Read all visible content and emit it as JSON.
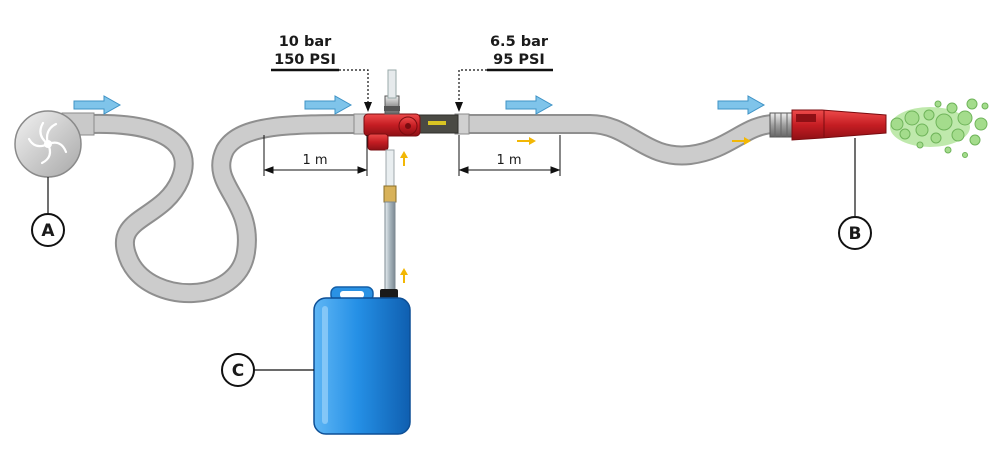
{
  "pressure_inlet": {
    "bar": "10 bar",
    "psi": "150 PSI"
  },
  "pressure_outlet": {
    "bar": "6.5 bar",
    "psi": "95 PSI"
  },
  "dimensions": {
    "inlet_length": "1 m",
    "outlet_length": "1 m"
  },
  "callouts": {
    "pump": "A",
    "nozzle": "B",
    "container": "C"
  },
  "icons": {
    "pump": "pump-icon",
    "nozzle": "nozzle-icon",
    "container": "jerrycan-icon",
    "inductor": "inductor-icon",
    "foam": "foam-icon",
    "flow_arrow": "flow-arrow-icon"
  },
  "colors": {
    "hose": "#c8c8c8",
    "hose_stroke": "#9a9a9a",
    "flow_arrow": "#7fc4ea",
    "concentrate_arrow": "#f2b705",
    "inductor": "#d8202a",
    "nozzle": "#c8202a",
    "container": "#1e8ee0",
    "foam": "#9fd88a"
  }
}
